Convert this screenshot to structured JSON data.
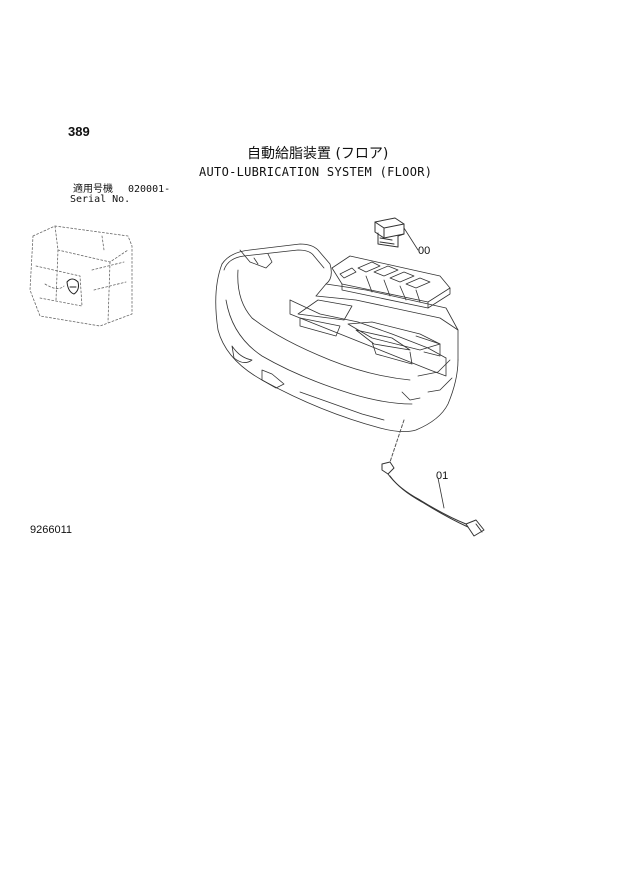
{
  "page": {
    "number": "389",
    "drawing_number": "9266011"
  },
  "title": {
    "japanese": "自動給脂装置 (フロア)",
    "english": "AUTO-LUBRICATION SYSTEM (FLOOR)"
  },
  "serial": {
    "label_japanese": "適用号機",
    "label_english": "Serial No.",
    "range": "020001-"
  },
  "callouts": [
    {
      "id": "00",
      "part": "switch"
    },
    {
      "id": "01",
      "part": "harness"
    }
  ]
}
